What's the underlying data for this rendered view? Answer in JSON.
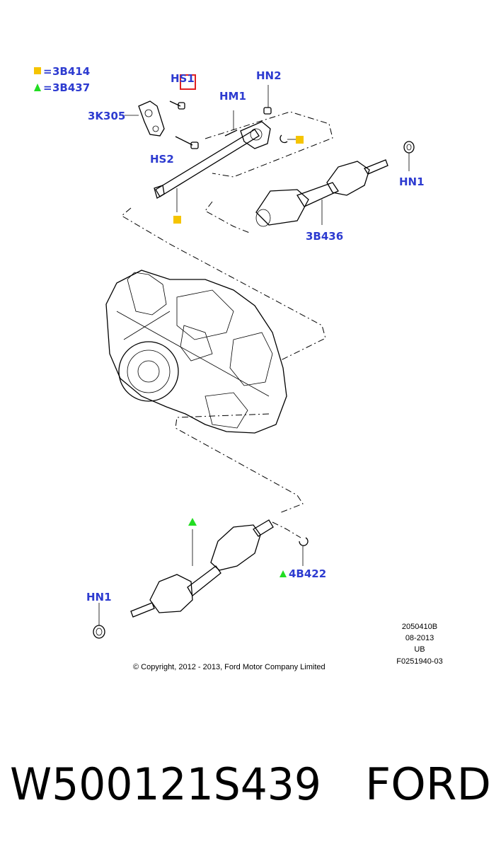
{
  "legend": [
    {
      "symbol": "square",
      "eq": "=",
      "code": "3B414"
    },
    {
      "symbol": "triangle",
      "eq": "=",
      "code": "3B437"
    }
  ],
  "callouts": {
    "hs1": "HS1",
    "hn2": "HN2",
    "hm1": "HM1",
    "k305": "3K305",
    "hs2": "HS2",
    "hn1_top": "HN1",
    "b436": "3B436",
    "b422": "4B422",
    "hn1_bottom": "HN1"
  },
  "meta": {
    "ref": "2050410B",
    "date": "08-2013",
    "region": "UB",
    "fig": "F0251940-03",
    "copyright": "© Copyright, 2012 - 2013, Ford Motor Company Limited"
  },
  "footer": {
    "part_number": "W500121S439",
    "brand": "FORD"
  },
  "colors": {
    "label": "#2d3bd0",
    "square": "#f5c400",
    "triangle": "#22dd22",
    "highlight": "#e02020"
  }
}
